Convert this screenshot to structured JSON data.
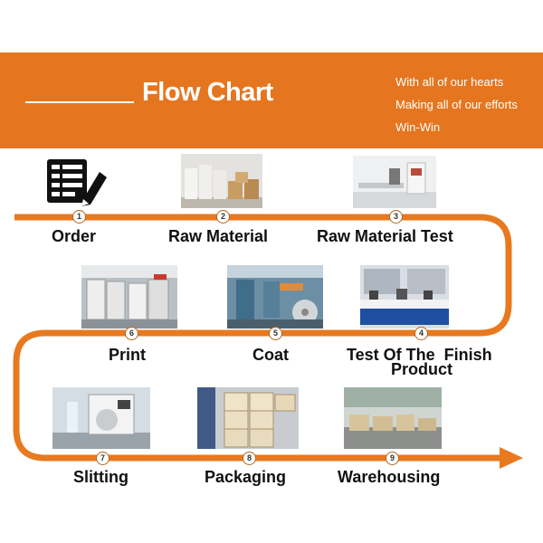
{
  "banner": {
    "title": "Flow Chart",
    "slogans": [
      "With all of our hearts",
      "Making all of our efforts",
      "Win-Win"
    ]
  },
  "colors": {
    "accent": "#e5761f",
    "path": "#e8791f",
    "text": "#111111"
  },
  "steps": [
    {
      "number": "1",
      "label": "Order",
      "image": "order-icon"
    },
    {
      "number": "2",
      "label": "Raw Material",
      "image": "raw-material-photo"
    },
    {
      "number": "3",
      "label": "Raw Material Test",
      "image": "lab-test-photo"
    },
    {
      "number": "4",
      "label": "Test Of The  Finish",
      "label2": "Product",
      "image": "finish-test-lab-photo"
    },
    {
      "number": "5",
      "label": "Coat",
      "image": "coating-machine-photo"
    },
    {
      "number": "6",
      "label": "Print",
      "image": "printing-machine-photo"
    },
    {
      "number": "7",
      "label": "Slitting",
      "image": "slitting-machine-photo"
    },
    {
      "number": "8",
      "label": "Packaging",
      "image": "packaging-boxes-photo"
    },
    {
      "number": "9",
      "label": "Warehousing",
      "image": "warehouse-photo"
    }
  ]
}
